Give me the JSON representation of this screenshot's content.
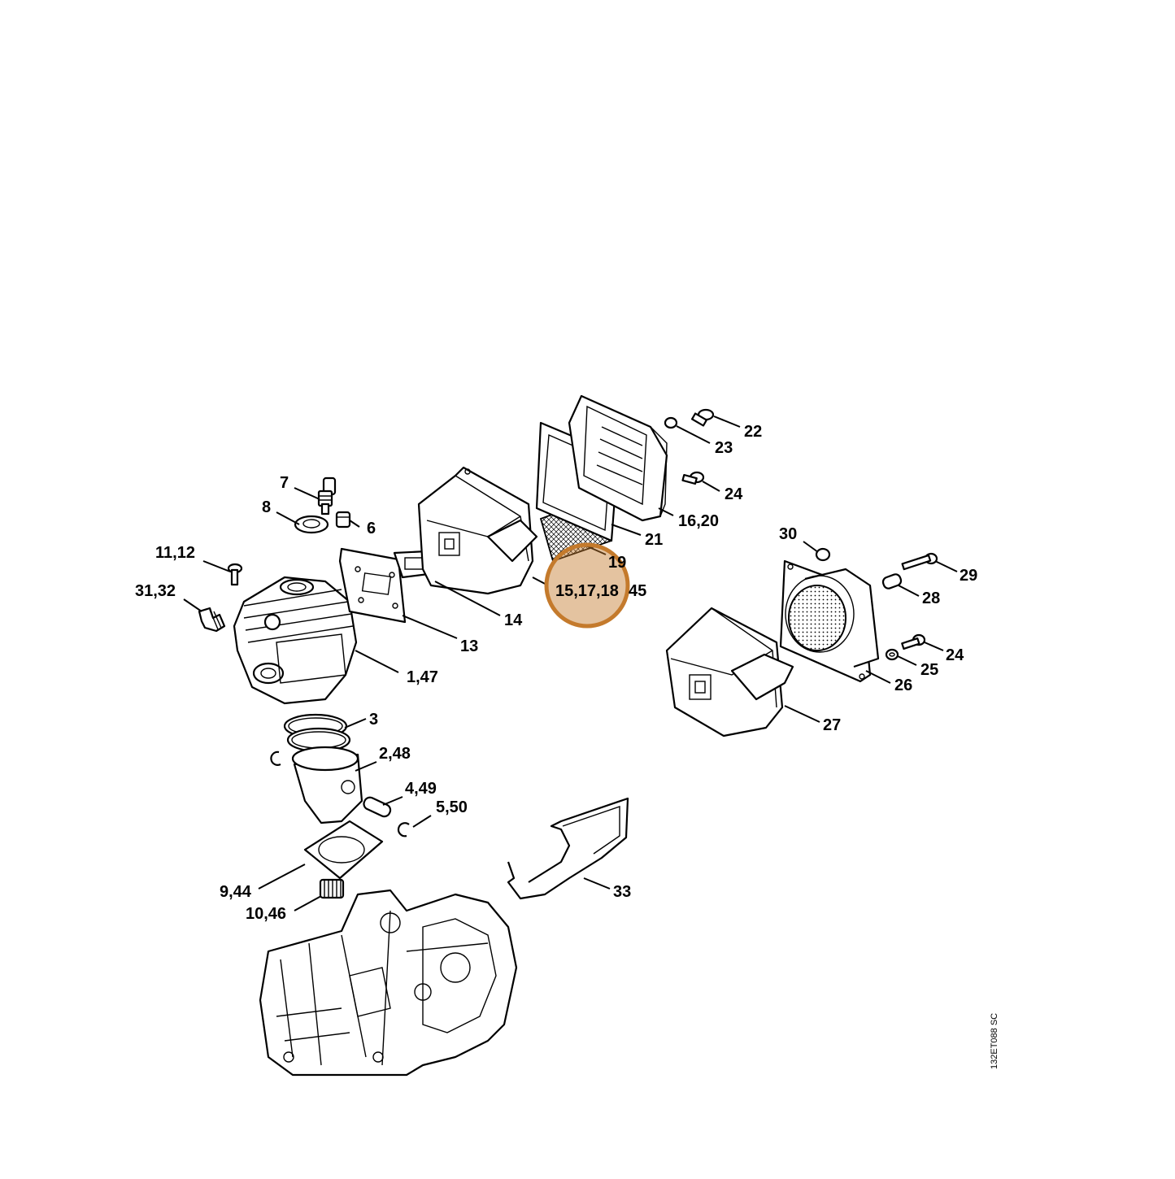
{
  "diagram": {
    "doc_code": "132ET088 SC",
    "highlight_color": "#C47A2C",
    "labels": {
      "l7": "7",
      "l8": "8",
      "l6": "6",
      "l11_12": "11,12",
      "l31_32": "31,32",
      "l1_47": "1,47",
      "l13": "13",
      "l14": "14",
      "l15_17_18": "15,17,18",
      "l45": "45",
      "l19": "19",
      "l21": "21",
      "l16_20": "16,20",
      "l22": "22",
      "l23": "23",
      "l24a": "24",
      "l30": "30",
      "l29": "29",
      "l28": "28",
      "l24b": "24",
      "l25": "25",
      "l26": "26",
      "l27": "27",
      "l3": "3",
      "l2_48": "2,48",
      "l4_49": "4,49",
      "l5_50": "5,50",
      "l9_44": "9,44",
      "l10_46": "10,46",
      "l33": "33"
    }
  }
}
